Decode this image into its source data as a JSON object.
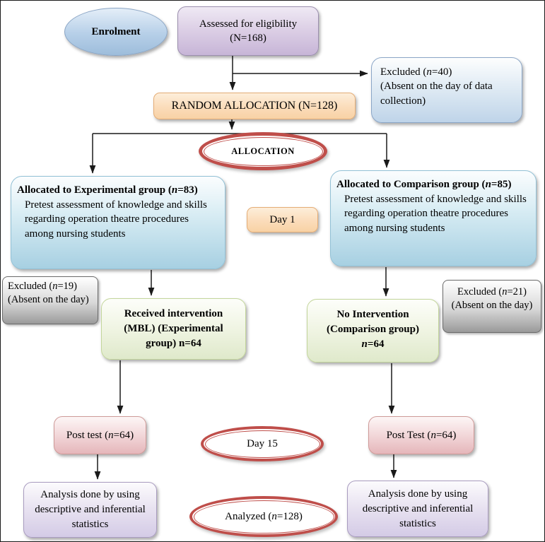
{
  "palette": {
    "enrolment_blue": "#b6cfe8",
    "purple_box": "#c7b5d7",
    "excluded_blue": "#bfd4e9",
    "orange_box": "#fbdcba",
    "red_ring": "#bf4e4a",
    "allocated_blue": "#a7d0e2",
    "gray_box": "#9a9a9a",
    "green_box": "#dfe9cb",
    "pink_box": "#e5b6ba",
    "lavender_box": "#d4cbe6",
    "arrow": "#1a1a1a"
  },
  "nodes": {
    "enrolment": {
      "label": "Enrolment"
    },
    "assessed": {
      "label": "Assessed for eligibility (N=168)"
    },
    "excluded_top": {
      "line1": "Excluded (n=40)",
      "line2": "(Absent on the day of data collection)"
    },
    "random_allocation": {
      "label": "RANDOM ALLOCATION (N=128)"
    },
    "allocation": {
      "label": "ALLOCATION"
    },
    "experimental": {
      "title": "Allocated to Experimental group (n=83)",
      "body": "Pretest assessment of knowledge and skills regarding operation theatre procedures among nursing students"
    },
    "comparison": {
      "title": "Allocated to Comparison group (n=85)",
      "body": "Pretest assessment of knowledge and skills regarding operation theatre procedures among nursing students"
    },
    "day1": {
      "label": "Day 1"
    },
    "excluded_left": {
      "line1": "Excluded (n=19)",
      "line2": "(Absent on the day)"
    },
    "excluded_right": {
      "line1": "Excluded (n=21)",
      "line2": "(Absent on the day)"
    },
    "intervention": {
      "lines": [
        "Received intervention",
        "(MBL) (Experimental",
        "group) n=64"
      ]
    },
    "no_intervention": {
      "lines": [
        "No Intervention",
        "(Comparison group)",
        "n=64"
      ]
    },
    "posttest_left": {
      "label": "Post test (n=64)"
    },
    "posttest_right": {
      "label": "Post Test (n=64)"
    },
    "day15": {
      "label": "Day 15"
    },
    "analysis_left": {
      "label": "Analysis done by using descriptive and inferential statistics"
    },
    "analysis_right": {
      "label": "Analysis done by using descriptive and inferential statistics"
    },
    "analyzed": {
      "label": "Analyzed (n=128)"
    }
  }
}
